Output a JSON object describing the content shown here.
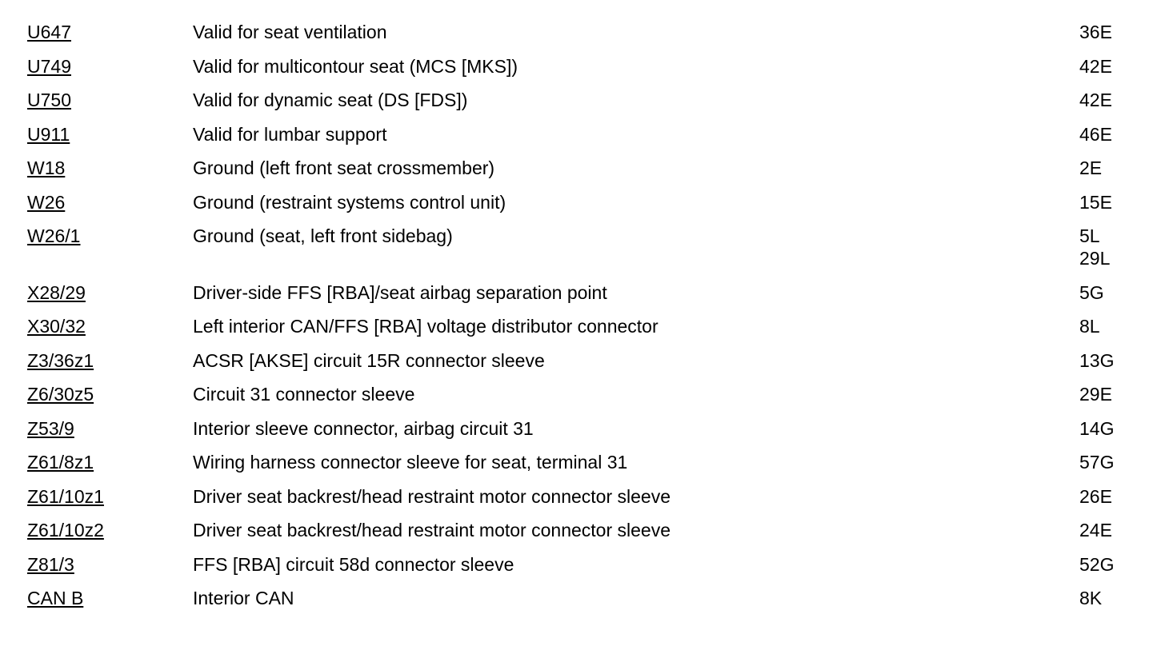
{
  "rows": [
    {
      "code": "U647",
      "description": "Valid for seat ventilation",
      "refs": [
        "36E"
      ]
    },
    {
      "code": "U749",
      "description": "Valid for multicontour seat (MCS [MKS])",
      "refs": [
        "42E"
      ]
    },
    {
      "code": "U750",
      "description": "Valid for dynamic seat (DS [FDS])",
      "refs": [
        "42E"
      ]
    },
    {
      "code": "U911",
      "description": "Valid for lumbar support",
      "refs": [
        "46E"
      ]
    },
    {
      "code": "W18",
      "description": "Ground (left front seat crossmember)",
      "refs": [
        "2E"
      ]
    },
    {
      "code": "W26",
      "description": "Ground (restraint systems control unit)",
      "refs": [
        "15E"
      ]
    },
    {
      "code": "W26/1",
      "description": "Ground (seat, left front sidebag)",
      "refs": [
        "5L",
        "29L"
      ]
    },
    {
      "code": "X28/29",
      "description": "Driver-side FFS [RBA]/seat airbag separation point",
      "refs": [
        "5G"
      ]
    },
    {
      "code": "X30/32",
      "description": "Left interior CAN/FFS [RBA] voltage distributor connector",
      "refs": [
        "8L"
      ]
    },
    {
      "code": "Z3/36z1",
      "description": "ACSR [AKSE] circuit 15R connector sleeve",
      "refs": [
        "13G"
      ]
    },
    {
      "code": "Z6/30z5",
      "description": "Circuit 31 connector sleeve",
      "refs": [
        "29E"
      ]
    },
    {
      "code": "Z53/9",
      "description": "Interior sleeve connector, airbag circuit 31",
      "refs": [
        "14G"
      ]
    },
    {
      "code": "Z61/8z1",
      "description": "Wiring harness connector sleeve for seat, terminal 31",
      "refs": [
        "57G"
      ]
    },
    {
      "code": "Z61/10z1",
      "description": "Driver seat backrest/head restraint motor connector sleeve",
      "refs": [
        "26E"
      ]
    },
    {
      "code": "Z61/10z2",
      "description": "Driver seat backrest/head restraint motor connector sleeve",
      "refs": [
        "24E"
      ]
    },
    {
      "code": "Z81/3",
      "description": "FFS [RBA] circuit 58d connector sleeve",
      "refs": [
        "52G"
      ]
    },
    {
      "code": "CAN B",
      "description": "Interior CAN",
      "refs": [
        "8K"
      ]
    }
  ]
}
